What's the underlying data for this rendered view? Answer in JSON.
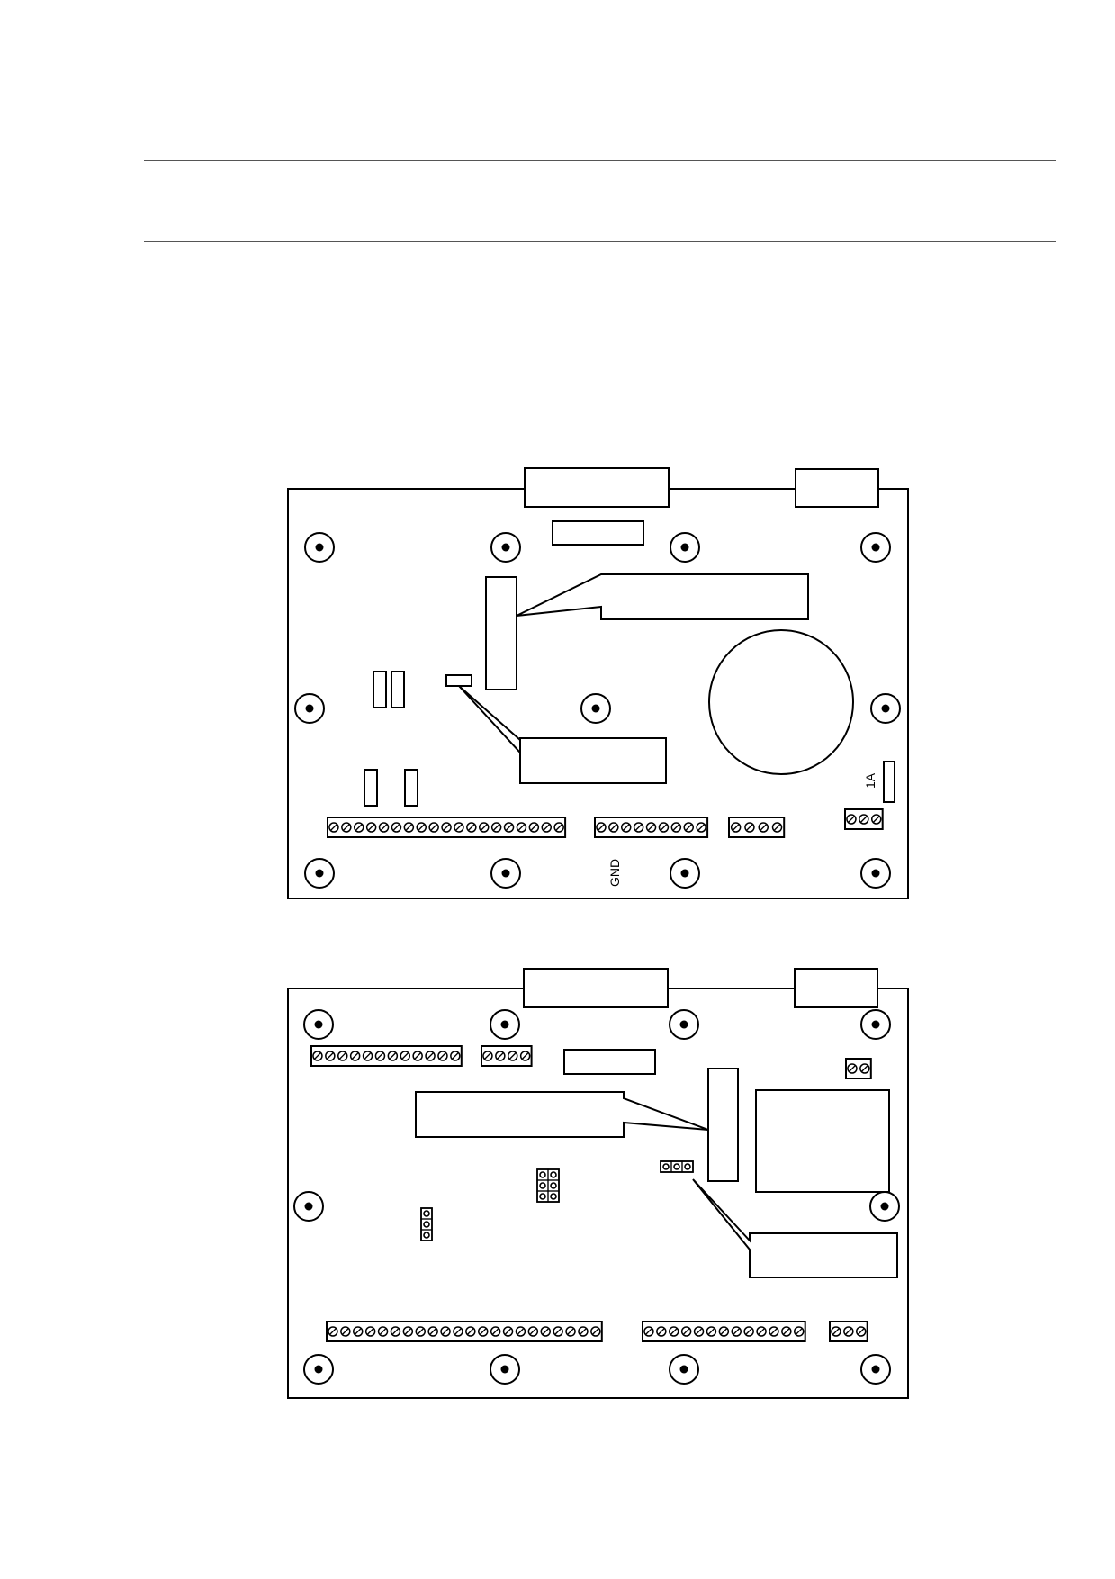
{
  "header": {},
  "top_board": {
    "labels": {
      "gnd": "GND",
      "fuse": "1A"
    },
    "terminal_blocks": [
      {
        "name": "top-terminal-block-1",
        "count": 19
      },
      {
        "name": "top-terminal-block-2",
        "count": 9
      },
      {
        "name": "top-terminal-block-3",
        "count": 4
      },
      {
        "name": "top-terminal-block-4",
        "count": 3
      }
    ]
  },
  "bottom_board": {
    "terminal_blocks": [
      {
        "name": "bottom-terminal-block-1",
        "count": 12
      },
      {
        "name": "bottom-terminal-block-2",
        "count": 4
      },
      {
        "name": "bottom-terminal-block-3",
        "count": 22
      },
      {
        "name": "bottom-terminal-block-4",
        "count": 13
      },
      {
        "name": "bottom-terminal-block-5",
        "count": 3
      },
      {
        "name": "bottom-terminal-block-6",
        "count": 2
      }
    ]
  },
  "colors": {
    "line": "#000000",
    "rule": "#555555",
    "background": "#ffffff"
  }
}
